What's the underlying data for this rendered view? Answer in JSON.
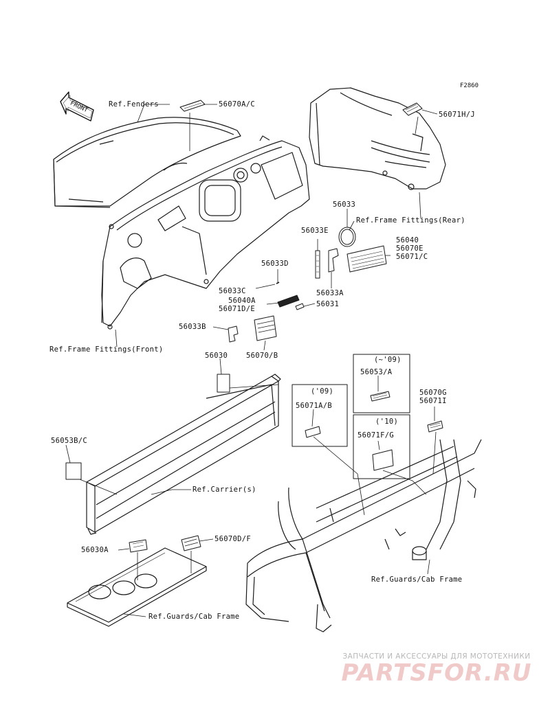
{
  "figure_code": "F2860",
  "front_arrow": "FRONT",
  "labels": {
    "ref_fenders": "Ref.Fenders",
    "p56070ac": "56070A/C",
    "p56071hj": "56071H/J",
    "p56033": "56033",
    "ref_frame_rear": "Ref.Frame Fittings(Rear)",
    "p56033e": "56033E",
    "p56040": "56040",
    "p56070e": "56070E",
    "p56071c": "56071/C",
    "p56033d": "56033D",
    "p56033c": "56033C",
    "p56033a": "56033A",
    "p56040a": "56040A",
    "p56071de": "56071D/E",
    "p56031": "56031",
    "p56033b": "56033B",
    "p56070b": "56070/B",
    "ref_frame_front": "Ref.Frame Fittings(Front)",
    "p56030": "56030",
    "yr_upto09": "(~'09)",
    "p56053a": "56053/A",
    "yr_09": "('09)",
    "p56071ab": "56071A/B",
    "p56070g": "56070G",
    "p56071i": "56071I",
    "yr_10": "('10)",
    "p56071fg": "56071F/G",
    "p56053bc": "56053B/C",
    "ref_carrier": "Ref.Carrier(s)",
    "p56030a": "56030A",
    "p56070df": "56070D/F",
    "ref_guards_cab_right": "Ref.Guards/Cab Frame",
    "ref_guards_cab_bottom": "Ref.Guards/Cab Frame"
  },
  "watermark": {
    "tagline": "ЗАПЧАСТИ И АКСЕССУАРЫ ДЛЯ МОТОТЕХНИКИ",
    "logo": "PARTSFOR.RU"
  }
}
